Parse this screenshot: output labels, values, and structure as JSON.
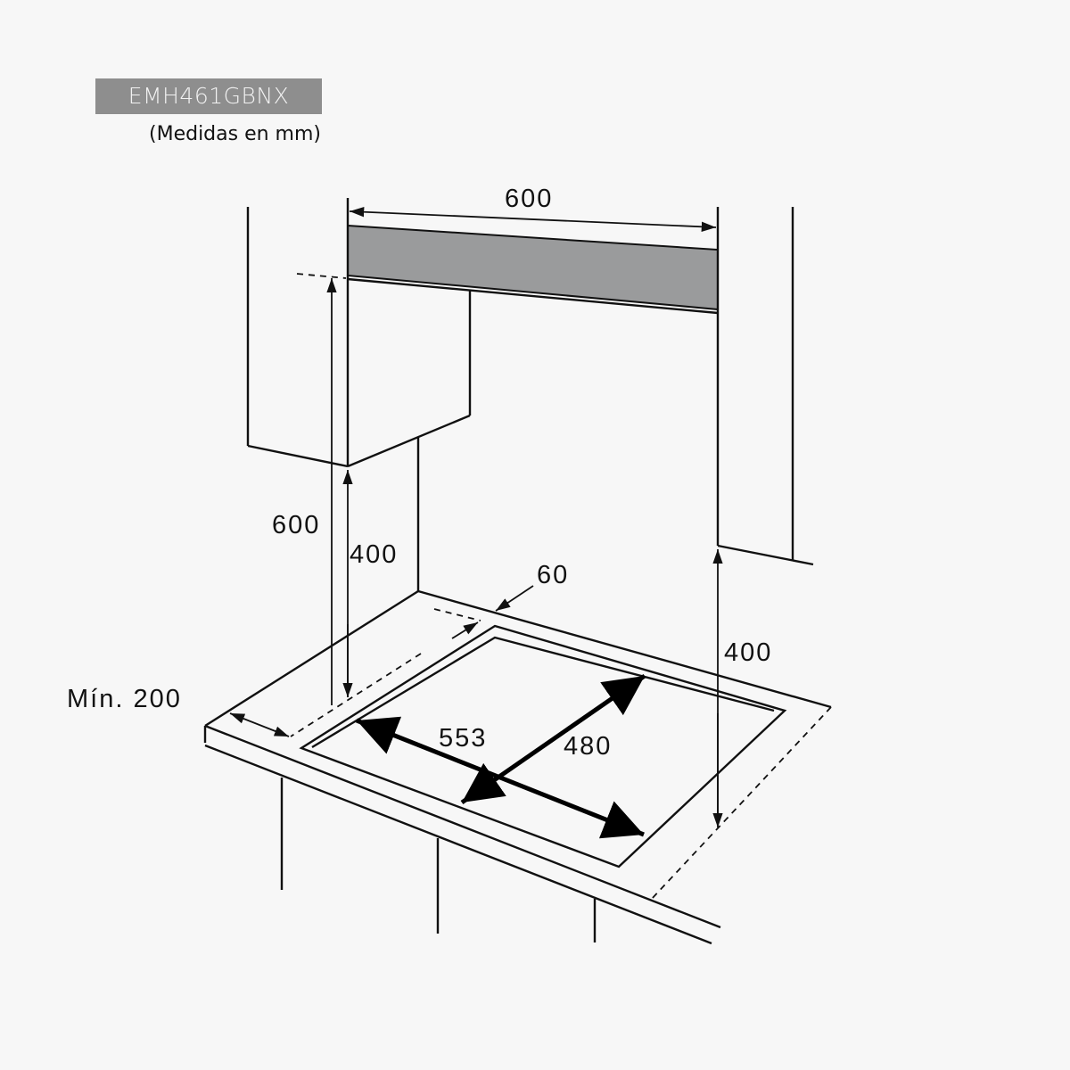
{
  "header": {
    "model": "EMH461GBNX",
    "units_note": "(Medidas en mm)",
    "badge_color": "#8e8e8e"
  },
  "dimensions": {
    "hood_width": "600",
    "hood_height_from_counter": "600",
    "cabinet_clearance_left": "400",
    "cabinet_clearance_right": "400",
    "back_clearance": "60",
    "side_clearance": "Mín. 200",
    "cutout_width": "553",
    "cutout_depth": "480"
  },
  "colors": {
    "hood": "#9a9b9c",
    "background": "#f7f7f7",
    "line": "#111111"
  }
}
